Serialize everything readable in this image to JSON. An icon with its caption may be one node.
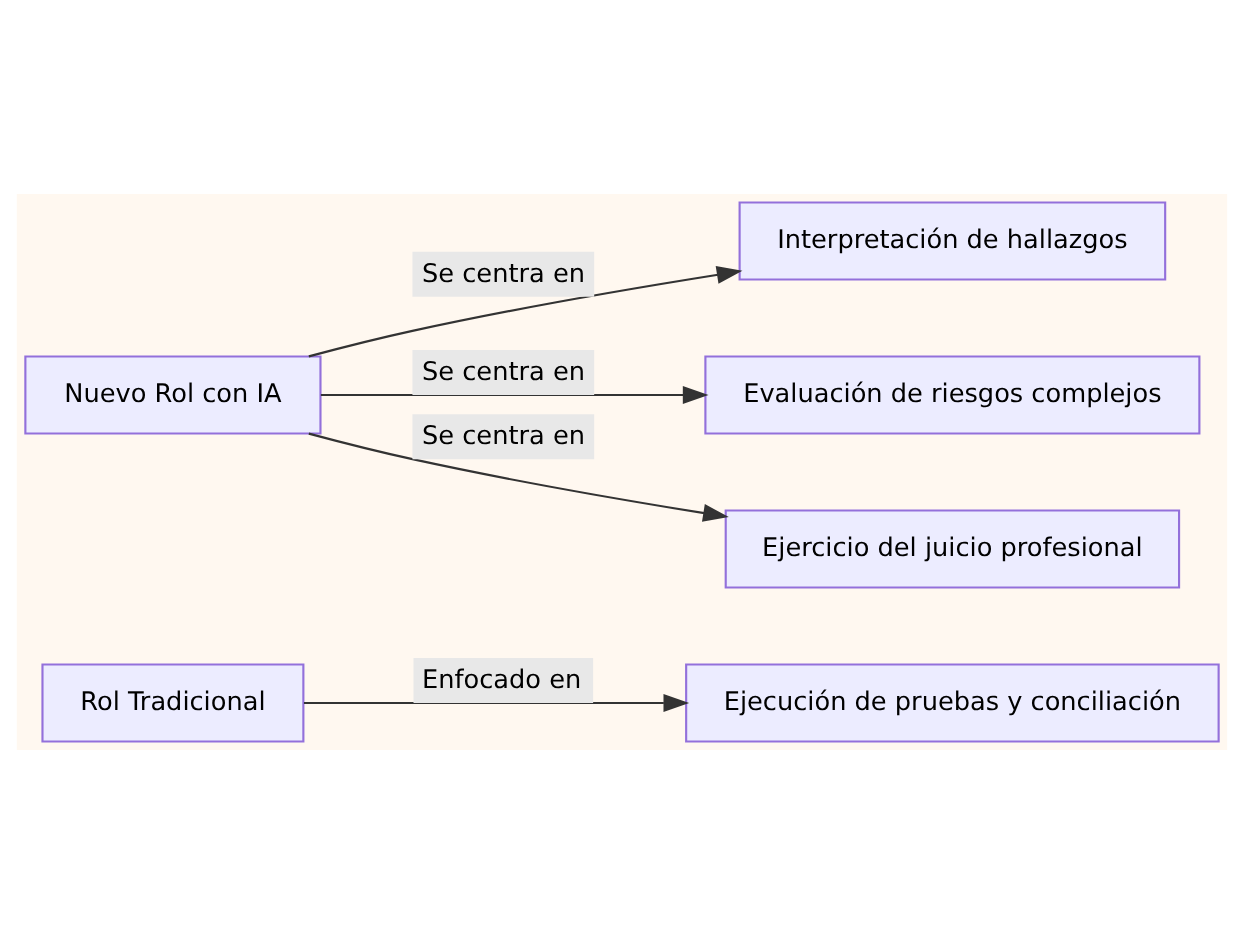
{
  "diagram": {
    "nodes": [
      {
        "text": [
          "Rol Tradicional"
        ]
      },
      {
        "text": [
          "Ejecución de pruebas y conciliación"
        ]
      },
      {
        "text": [
          "Nuevo Rol con IA"
        ]
      },
      {
        "text": [
          "Interpretación de hallazgos"
        ]
      },
      {
        "text": [
          "Evaluación de riesgos complejos"
        ]
      },
      {
        "text": [
          "Ejercicio del juicio profesional"
        ]
      }
    ],
    "edges": [
      {
        "from": 0,
        "to": 1,
        "arrow": "to",
        "label": "Enfocado en"
      },
      {
        "from": 2,
        "to": 3,
        "arrow": "to",
        "label": "Se centra en"
      },
      {
        "from": 2,
        "to": 4,
        "arrow": "to",
        "label": "Se centra en"
      },
      {
        "from": 2,
        "to": 5,
        "arrow": "to",
        "label": "Se centra en"
      }
    ]
  }
}
